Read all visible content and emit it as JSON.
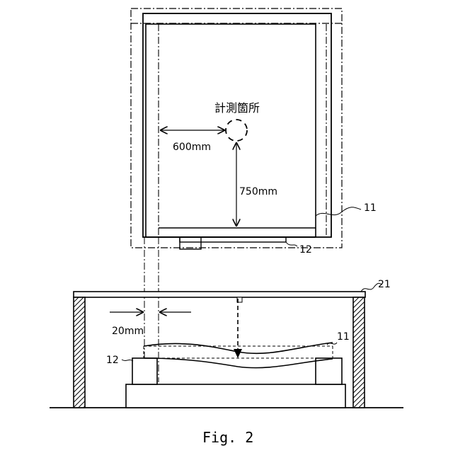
{
  "labels": {
    "measurement_point": "計測箇所",
    "dim_horizontal": "600mm",
    "dim_vertical": "750mm",
    "dim_gap": "20mm",
    "ref_11_top": "11",
    "ref_12_top": "12",
    "ref_21": "21",
    "ref_11_bottom": "11",
    "ref_12_bottom": "12",
    "caption": "Fig. 2"
  }
}
